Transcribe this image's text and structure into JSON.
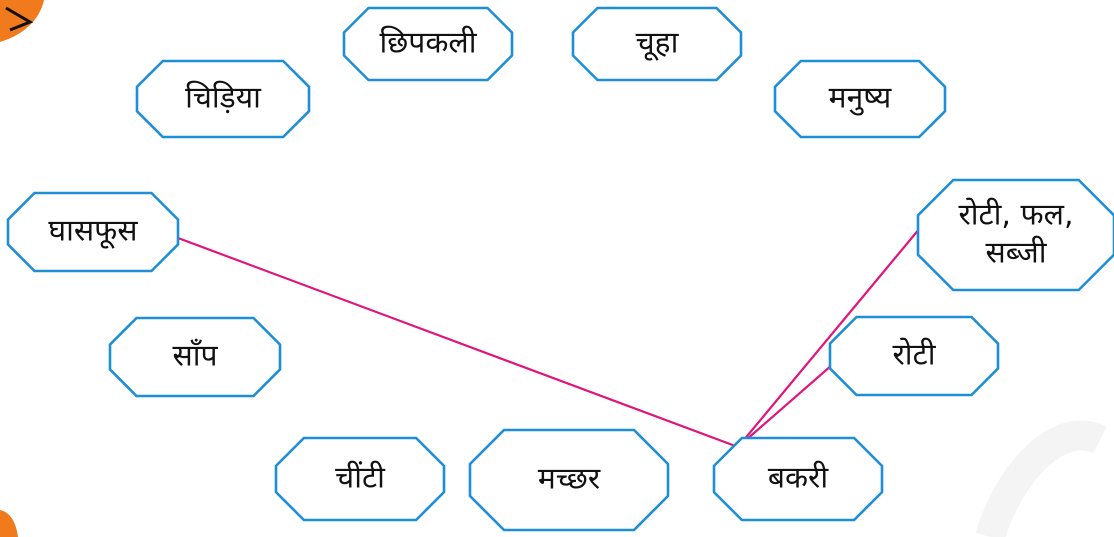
{
  "nodes": [
    {
      "id": "chhipkali",
      "lines": [
        "छिपकली"
      ]
    },
    {
      "id": "chuha",
      "lines": [
        "चूहा"
      ]
    },
    {
      "id": "chidiya",
      "lines": [
        "चिड़िया"
      ]
    },
    {
      "id": "manushya",
      "lines": [
        "मनुष्य"
      ]
    },
    {
      "id": "ghaasphoos",
      "lines": [
        "घासफूस"
      ]
    },
    {
      "id": "roti-phal-sabji",
      "lines": [
        "रोटी, फल,",
        "सब्जी"
      ]
    },
    {
      "id": "saanp",
      "lines": [
        "साँप"
      ]
    },
    {
      "id": "roti",
      "lines": [
        "रोटी"
      ]
    },
    {
      "id": "cheenti",
      "lines": [
        "चींटी"
      ]
    },
    {
      "id": "machchhar",
      "lines": [
        "मच्छर"
      ]
    },
    {
      "id": "bakri",
      "lines": [
        "बकरी"
      ]
    }
  ],
  "connections": [
    {
      "from": "ghaasphoos",
      "to": "bakri"
    },
    {
      "from": "roti-phal-sabji",
      "to": "bakri"
    },
    {
      "from": "roti",
      "to": "bakri"
    }
  ],
  "colors": {
    "box_border": "#1e8fd6",
    "connector": "#e0147a",
    "decor": "#f07a1c"
  }
}
